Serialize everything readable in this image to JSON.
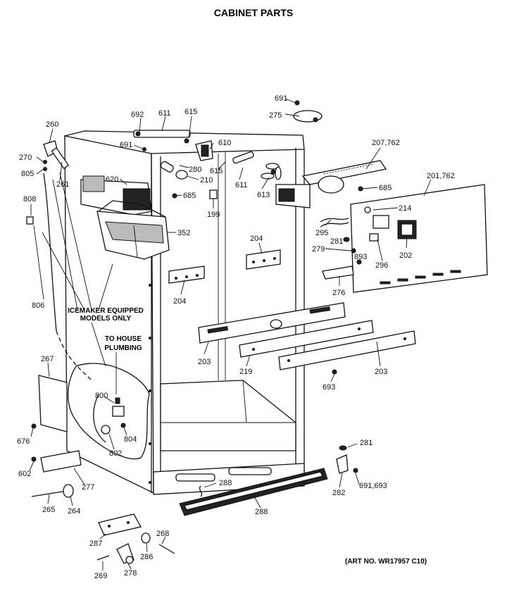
{
  "title": "CABINET PARTS",
  "art_number": "(ART NO. WR17957 C10)",
  "notes": {
    "icemaker_line1": "ICEMAKER EQUIPPED",
    "icemaker_line2": "MODELS ONLY",
    "plumbing_line1": "TO HOUSE",
    "plumbing_line2": "PLUMBING"
  },
  "callouts": {
    "c691_top": "691",
    "c275": "275",
    "c692": "692",
    "c611_top": "611",
    "c615_top": "615",
    "c260": "260",
    "c691_left": "691",
    "c610": "610",
    "c270": "270",
    "c805": "805",
    "c261": "261",
    "c620": "620",
    "c280": "280",
    "c615_mid": "615",
    "c210": "210",
    "c611_mid": "611",
    "c613": "613",
    "c207": "207,762",
    "c201": "201,762",
    "c685_left": "685",
    "c685_right": "685",
    "c808": "808",
    "c199": "199",
    "c214": "214",
    "c352": "352",
    "c295": "295",
    "c204_right": "204",
    "c281_mid": "281",
    "c279": "279",
    "c893": "893",
    "c202": "202",
    "c296": "296",
    "c806": "806",
    "c204_left": "204",
    "c276": "276",
    "c267": "267",
    "c203_left": "203",
    "c219": "219",
    "c203_right": "203",
    "c693": "693",
    "c800": "800",
    "c676": "676",
    "c804": "804",
    "c802": "802",
    "c281_low": "281",
    "c602": "602",
    "c277": "277",
    "c288_a": "288",
    "c282": "282",
    "c691_693": "691,693",
    "c265": "265",
    "c264": "264",
    "c288_b": "288",
    "c268": "268",
    "c287": "287",
    "c286": "286",
    "c269": "269",
    "c278": "278"
  }
}
